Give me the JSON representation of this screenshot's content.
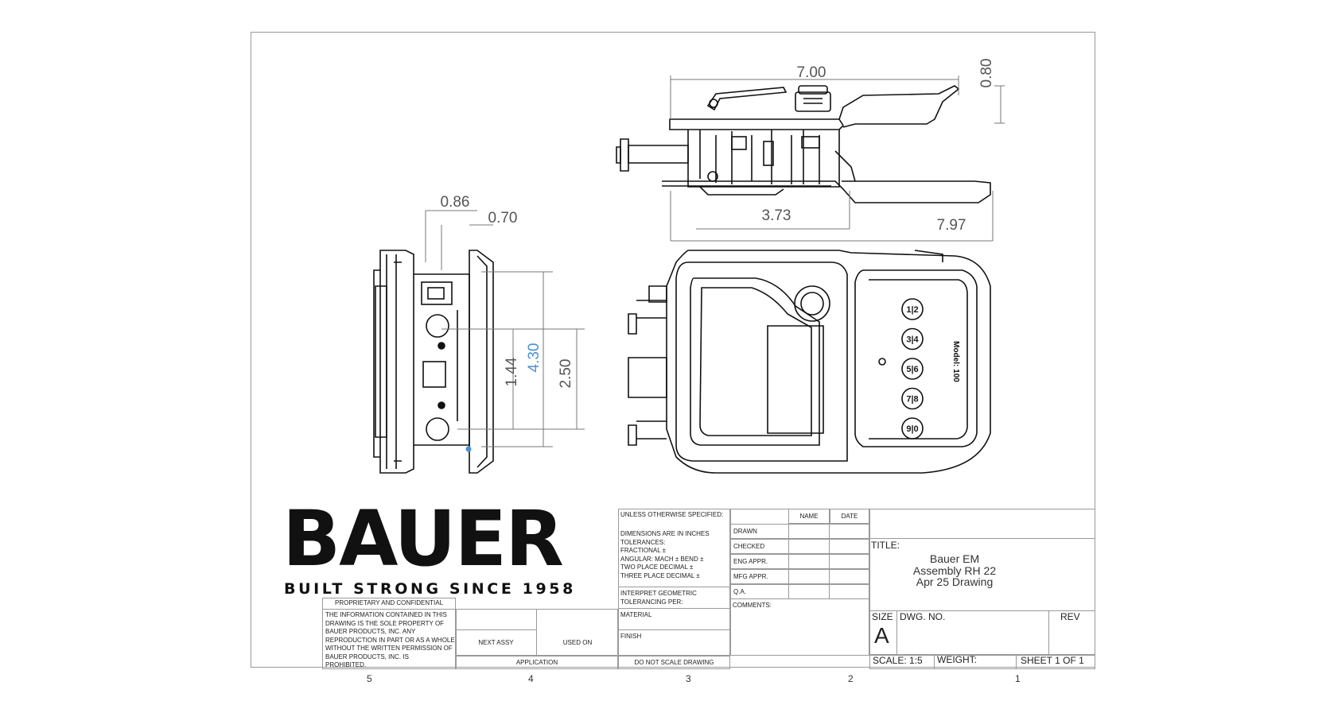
{
  "dimensions": {
    "top_width": "7.00",
    "top_height": "0.80",
    "top_mid": "3.73",
    "top_overall": "7.97",
    "side_depth_a": "0.86",
    "side_depth_b": "0.70",
    "side_height_a": "1.44",
    "side_height_total": "4.30",
    "side_height_b": "2.50"
  },
  "keypad_buttons": [
    "1|2",
    "3|4",
    "5|6",
    "7|8",
    "9|0"
  ],
  "keypad_label": "Model: 100",
  "zones": [
    "5",
    "4",
    "3",
    "2",
    "1"
  ],
  "logo": {
    "word": "BAUER",
    "tagline": "BUILT STRONG SINCE 1958"
  },
  "title_block": {
    "unless": "UNLESS OTHERWISE SPECIFIED:",
    "dimensions_note": [
      "DIMENSIONS ARE IN INCHES",
      "TOLERANCES:",
      "FRACTIONAL ±",
      "ANGULAR: MACH ±    BEND ±",
      "TWO PLACE DECIMAL   ±",
      "THREE PLACE DECIMAL  ±"
    ],
    "interpret": [
      "INTERPRET GEOMETRIC",
      "TOLERANCING PER:"
    ],
    "material": "MATERIAL",
    "finish": "FINISH",
    "do_not_scale": "DO NOT SCALE DRAWING",
    "name_header": "NAME",
    "date_header": "DATE",
    "rows": [
      "DRAWN",
      "CHECKED",
      "ENG APPR.",
      "MFG APPR.",
      "Q.A.",
      "COMMENTS:"
    ],
    "proprietary_title": "PROPRIETARY AND CONFIDENTIAL",
    "proprietary_text": [
      "THE INFORMATION CONTAINED IN THIS",
      "DRAWING IS THE SOLE PROPERTY OF",
      "BAUER PRODUCTS, INC. ANY",
      "REPRODUCTION IN PART OR AS A WHOLE",
      "WITHOUT THE WRITTEN PERMISSION OF",
      "BAUER PRODUCTS, INC. IS",
      "PROHIBITED."
    ],
    "next_assy": "NEXT ASSY",
    "used_on": "USED ON",
    "application": "APPLICATION",
    "title_label": "TITLE:",
    "title_lines": [
      "Bauer EM",
      "Assembly  RH 22",
      "Apr 25 Drawing"
    ],
    "size_label": "SIZE",
    "size_value": "A",
    "dwg_no_label": "DWG.  NO.",
    "rev_label": "REV",
    "scale": "SCALE: 1:5",
    "weight": "WEIGHT:",
    "sheet": "SHEET 1 OF 1"
  }
}
